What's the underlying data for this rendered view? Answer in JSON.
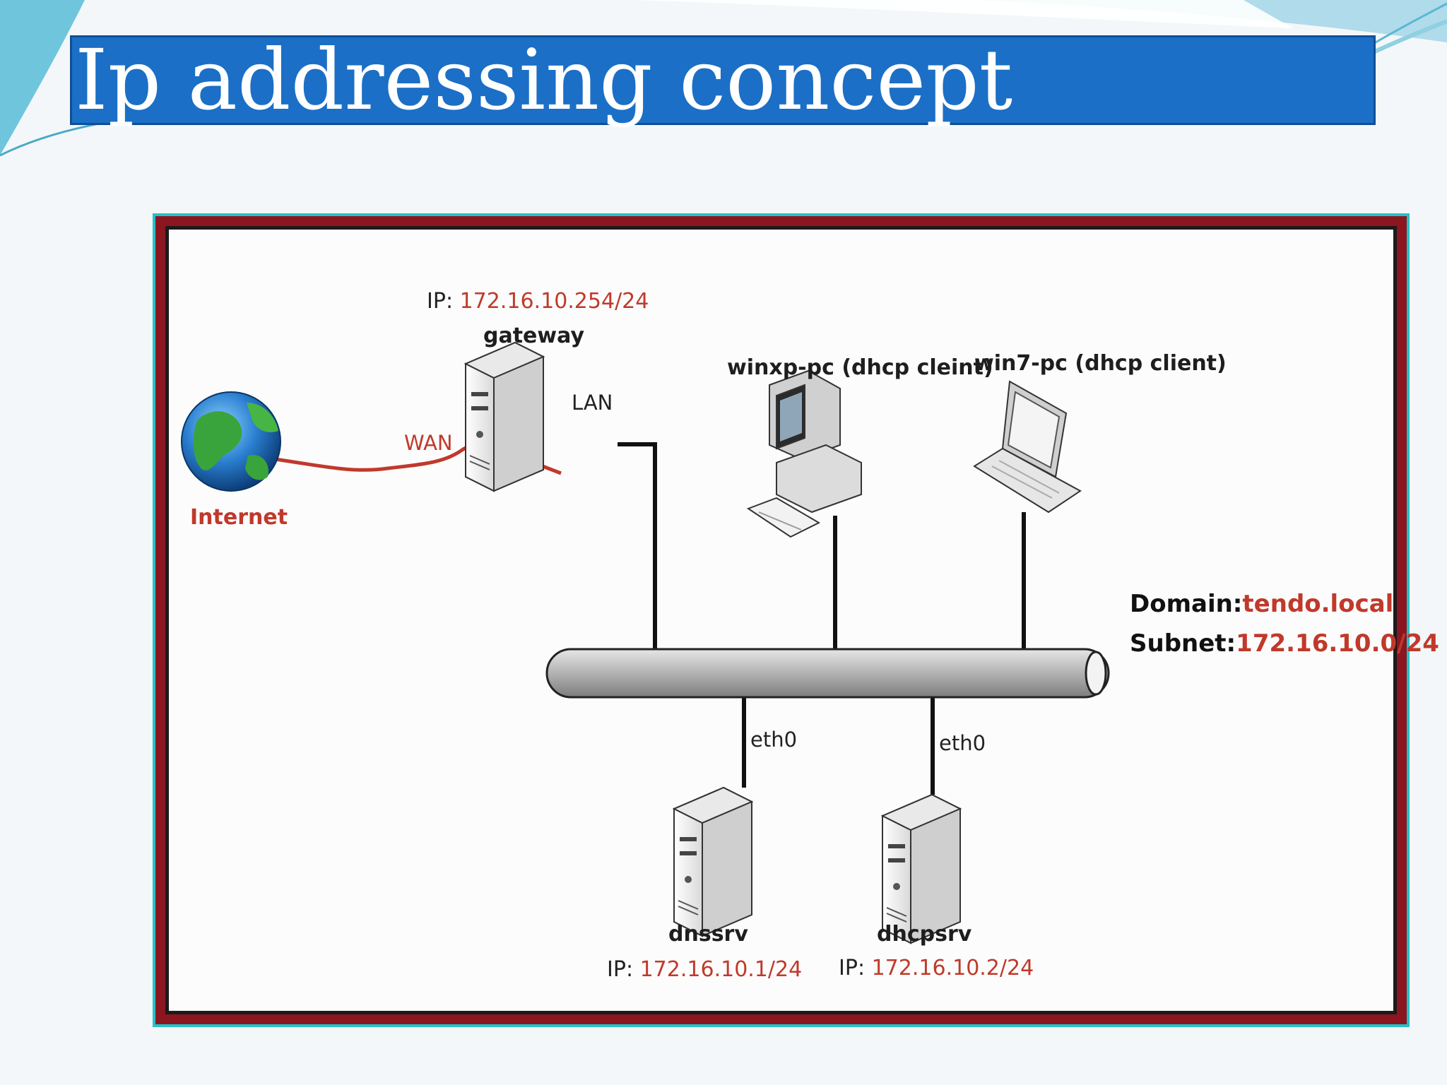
{
  "slide": {
    "title": "Ip addressing concept"
  },
  "diagram": {
    "internet_label": "Internet",
    "wan_label": "WAN",
    "lan_label": "LAN",
    "gateway": {
      "ip_prefix": "IP:",
      "ip": "172.16.10.254/24",
      "name": "gateway"
    },
    "winxp": {
      "name": "winxp-pc (dhcp cleint)"
    },
    "win7": {
      "name": "win7-pc (dhcp client)"
    },
    "network": {
      "domain_label": "Domain:",
      "domain_value": "tendo.local",
      "subnet_label": "Subnet:",
      "subnet_value": "172.16.10.0/24"
    },
    "dnssrv": {
      "iface": "eth0",
      "name": "dnssrv",
      "ip_prefix": "IP:",
      "ip": "172.16.10.1/24"
    },
    "dhcpsrv": {
      "iface": "eth0",
      "name": "dhcpsrv",
      "ip_prefix": "IP:",
      "ip": "172.16.10.2/24"
    }
  },
  "colors": {
    "title_bg": "#1b6fc6",
    "frame_outer": "#22c2c7",
    "frame_border": "#8c1620",
    "accent_red": "#c0392b"
  },
  "icons": [
    "globe-icon",
    "server-icon",
    "desktop-pc-icon",
    "laptop-icon",
    "network-bus-icon"
  ]
}
